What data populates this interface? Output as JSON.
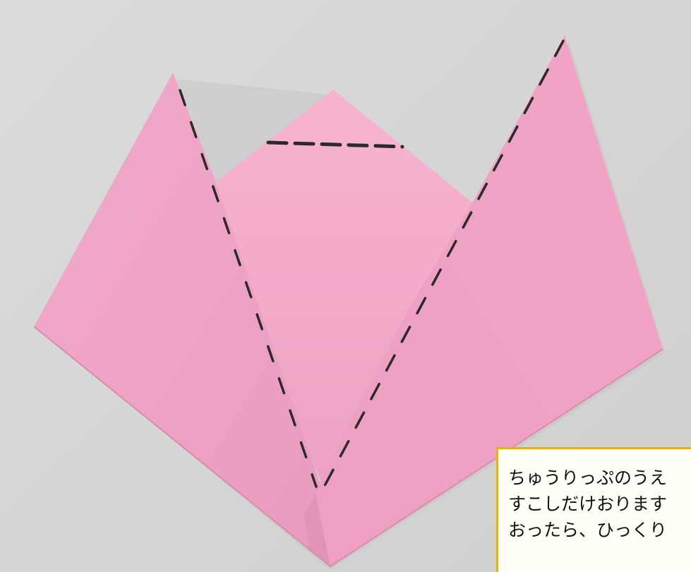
{
  "image": {
    "subject": "origami-tulip",
    "colors": {
      "background": "#d8d8d6",
      "paper": "#f0a6c6",
      "paper_shade": "#e394b7",
      "fold_line": "#2a2a2a",
      "caption_border": "#e8b400",
      "caption_background": "#fffef7"
    }
  },
  "caption": {
    "lines": [
      "ちゅうりっぷのうえ",
      "すこしだけおります",
      "おったら、ひっくり"
    ]
  }
}
